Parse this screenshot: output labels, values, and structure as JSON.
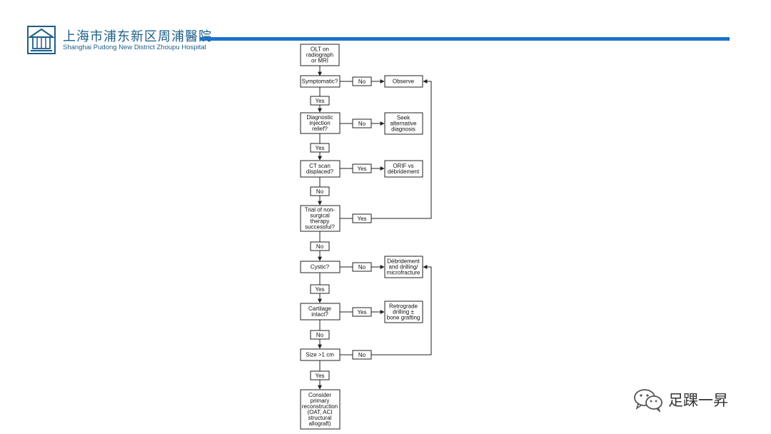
{
  "header": {
    "hospital_name_cn": "上海市浦东新区周浦醫院",
    "hospital_name_en": "Shanghai Pudong New District Zhoupu Hospital",
    "logo_icon": "hospital-building-logo-icon",
    "accent_color": "#1a72c9",
    "text_color": "#1d5e85"
  },
  "flowchart": {
    "nodes": {
      "olt": [
        "OLT on",
        "radiograph",
        "or MRI"
      ],
      "symptomatic": [
        "Symptomatic?"
      ],
      "observe": [
        "Observe"
      ],
      "injection": [
        "Diagnostic",
        "injection",
        "relief?"
      ],
      "seek": [
        "Seek",
        "alternative",
        "diagnosis"
      ],
      "ct": [
        "CT scan",
        "displaced?"
      ],
      "orif": [
        "ORIF vs",
        "débridement"
      ],
      "trial": [
        "Trial of non-",
        "surgical",
        "therapy",
        "successful?"
      ],
      "cystic": [
        "Cystic?"
      ],
      "debridement": [
        "Débridement",
        "and drilling/",
        "microfracture"
      ],
      "cartilage": [
        "Cartilage",
        "intact?"
      ],
      "retrograde": [
        "Retrograde",
        "drilling ±",
        "bone grafting"
      ],
      "size": [
        "Size >1 cm"
      ],
      "consider": [
        "Consider",
        "primary",
        "reconstruction",
        "(OAT, ACI",
        "structural",
        "allograft)"
      ]
    },
    "edges": {
      "symptomatic_no": "No",
      "symptomatic_yes": "Yes",
      "injection_no": "No",
      "injection_yes": "Yes",
      "ct_yes": "Yes",
      "ct_no": "No",
      "trial_yes": "Yes",
      "trial_no": "No",
      "cystic_no": "No",
      "cystic_yes": "Yes",
      "cartilage_yes": "Yes",
      "cartilage_no": "No",
      "size_no": "No",
      "size_yes": "Yes"
    }
  },
  "watermark": {
    "icon": "wechat-icon",
    "text": "足踝一昇"
  }
}
